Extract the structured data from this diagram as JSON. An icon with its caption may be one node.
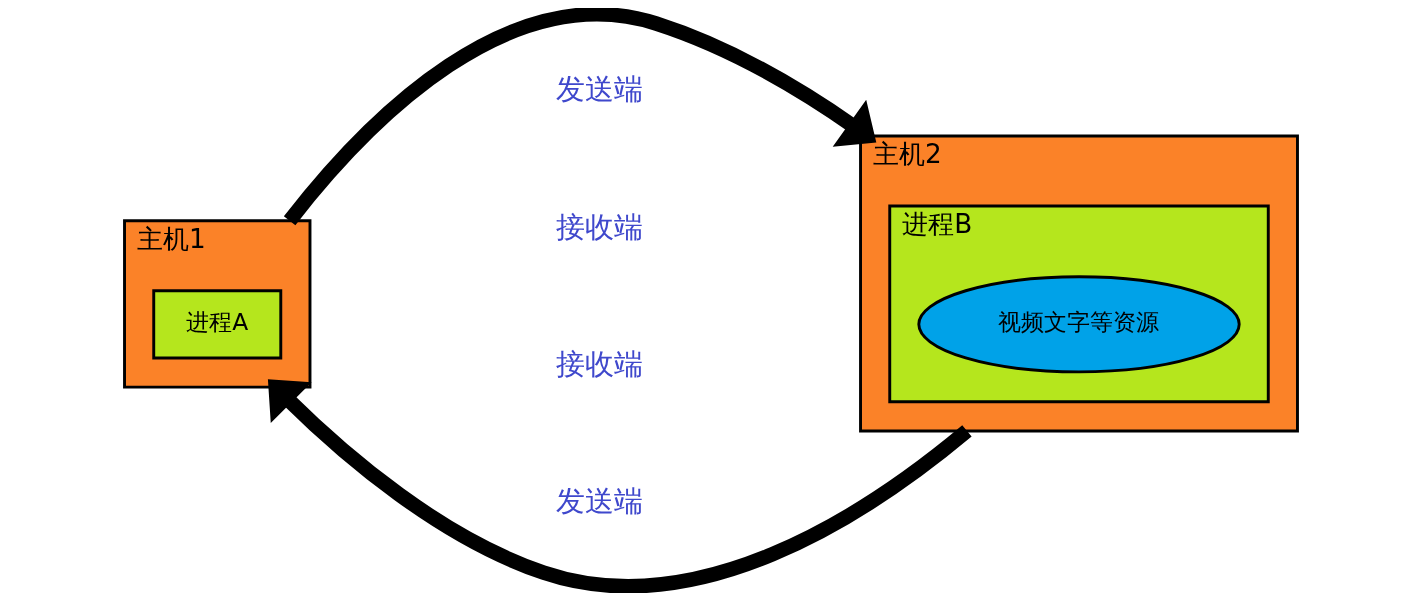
{
  "diagram": {
    "nodes": [
      {
        "text": [
          "主机1"
        ]
      },
      {
        "text": [
          "进程A"
        ],
        "in": 0
      },
      {
        "text": [
          "主机2"
        ]
      },
      {
        "text": [
          "进程B"
        ],
        "in": 2
      },
      {
        "text": [
          "视频文字等资源"
        ],
        "in": 3
      }
    ],
    "edges": [
      {
        "from": 0,
        "to": 2,
        "arrow": "to"
      },
      {
        "from": 2,
        "to": 0,
        "arrow": "to"
      }
    ],
    "labels": [
      "发送端",
      "接收端",
      "接收端",
      "发送端"
    ]
  }
}
